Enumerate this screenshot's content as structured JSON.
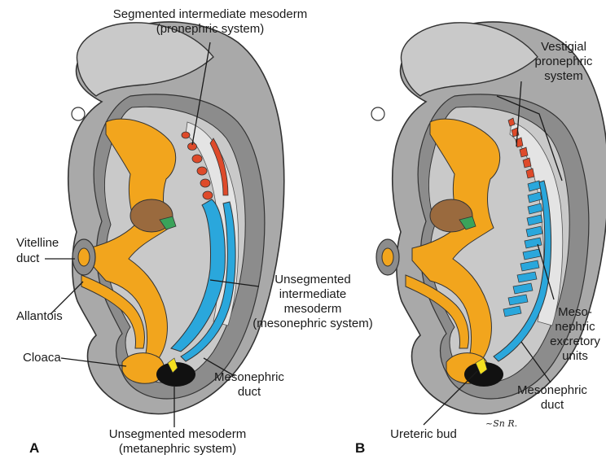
{
  "panels": {
    "a": {
      "letter": "A",
      "labels": {
        "pronephric_1": "Segmented intermediate mesoderm",
        "pronephric_2": "(pronephric system)",
        "vitelline_1": "Vitelline",
        "vitelline_2": "duct",
        "allantois": "Allantois",
        "cloaca": "Cloaca",
        "mesonephric_1": "Unsegmented",
        "mesonephric_2": "intermediate",
        "mesonephric_3": "mesoderm",
        "mesonephric_4": "(mesonephric system)",
        "duct_1": "Mesonephric",
        "duct_2": "duct",
        "metanephric_1": "Unsegmented mesoderm",
        "metanephric_2": "(metanephric system)"
      }
    },
    "b": {
      "letter": "B",
      "labels": {
        "vestigial_1": "Vestigial",
        "vestigial_2": "pronephric",
        "vestigial_3": "system",
        "excretory_1": "Meso-",
        "excretory_2": "nephric",
        "excretory_3": "excretory",
        "excretory_4": "units",
        "duct_1": "Mesonephric",
        "duct_2": "duct",
        "ureteric": "Ureteric bud"
      }
    },
    "signature": "~Sn R."
  },
  "colors": {
    "outer_gray": "#a9a9a9",
    "body_gray": "#c9c9c9",
    "light_gray": "#e4e4e4",
    "endoderm": "#f2a51d",
    "mesonephric": "#2aa7dc",
    "pronephric": "#de4a2a",
    "liver": "#9a6a3e",
    "pancreas_bud": "#3aa35a",
    "metanephric": "#111111",
    "ureteric_bud": "#f4e020"
  }
}
